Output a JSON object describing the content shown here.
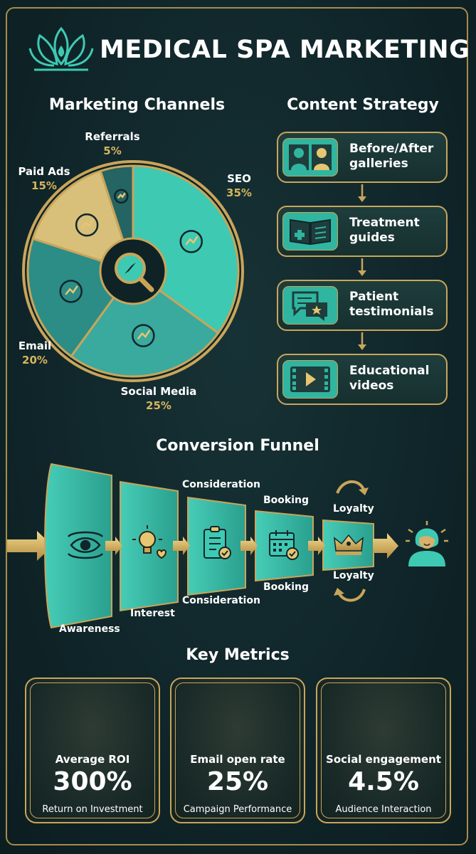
{
  "header": {
    "title": "MEDICAL SPA MARKETING"
  },
  "channels": {
    "heading": "Marketing Channels",
    "chart_data": {
      "type": "pie",
      "title": "Marketing Channels",
      "slices": [
        {
          "label": "SEO",
          "value": 35,
          "pct_label": "35%",
          "color": "#3ec9b3",
          "icon": "globe-cursor-growth-icon"
        },
        {
          "label": "Social Media",
          "value": 25,
          "pct_label": "25%",
          "color": "#3aa99e",
          "icon": "social-media-icons"
        },
        {
          "label": "Email",
          "value": 20,
          "pct_label": "20%",
          "color": "#2c8c86",
          "icon": "envelope-icon"
        },
        {
          "label": "Paid Ads",
          "value": 15,
          "pct_label": "15%",
          "color": "#d8c07a",
          "icon": "hand-dollar-coin-icon"
        },
        {
          "label": "Referrals",
          "value": 5,
          "pct_label": "5%",
          "color": "#246462",
          "icon": "handshake-icon"
        }
      ]
    }
  },
  "content_strategy": {
    "heading": "Content Strategy",
    "steps": [
      {
        "label": "Before/After galleries",
        "icon": "before-after-portraits-icon"
      },
      {
        "label": "Treatment guides",
        "icon": "book-medical-cross-icon"
      },
      {
        "label": "Patient testimonials",
        "icon": "chat-star-icon"
      },
      {
        "label": "Educational videos",
        "icon": "video-play-icon"
      }
    ]
  },
  "funnel": {
    "heading": "Conversion Funnel",
    "stages": [
      {
        "label": "Awareness",
        "icon": "eye-icon"
      },
      {
        "label": "Interest",
        "icon": "lightbulb-heart-icon"
      },
      {
        "label": "Consideration",
        "top_label": "Consideration",
        "icon": "clipboard-checklist-icon"
      },
      {
        "label": "Booking",
        "top_label": "Booking",
        "icon": "calendar-check-icon"
      },
      {
        "label": "Loyalty",
        "top_label": "Loyalty",
        "icon": "crown-icon"
      }
    ],
    "result_icon": "happy-client-icon"
  },
  "metrics": {
    "heading": "Key Metrics",
    "items": [
      {
        "name": "Average ROI",
        "value": "300%",
        "sub": "Return on Investment",
        "icon": "growth-chart-percent-icon"
      },
      {
        "name": "Email open rate",
        "value": "25%",
        "sub": "Campaign Performance",
        "icon": "open-envelope-search-icon"
      },
      {
        "name": "Social engagement",
        "value": "4.5%",
        "sub": "Audience Interaction",
        "icon": "like-share-icon"
      }
    ]
  },
  "colors": {
    "background": "#10262a",
    "gold": "#c9a55a",
    "teal": "#3ec9b3",
    "text": "#ffffff"
  }
}
